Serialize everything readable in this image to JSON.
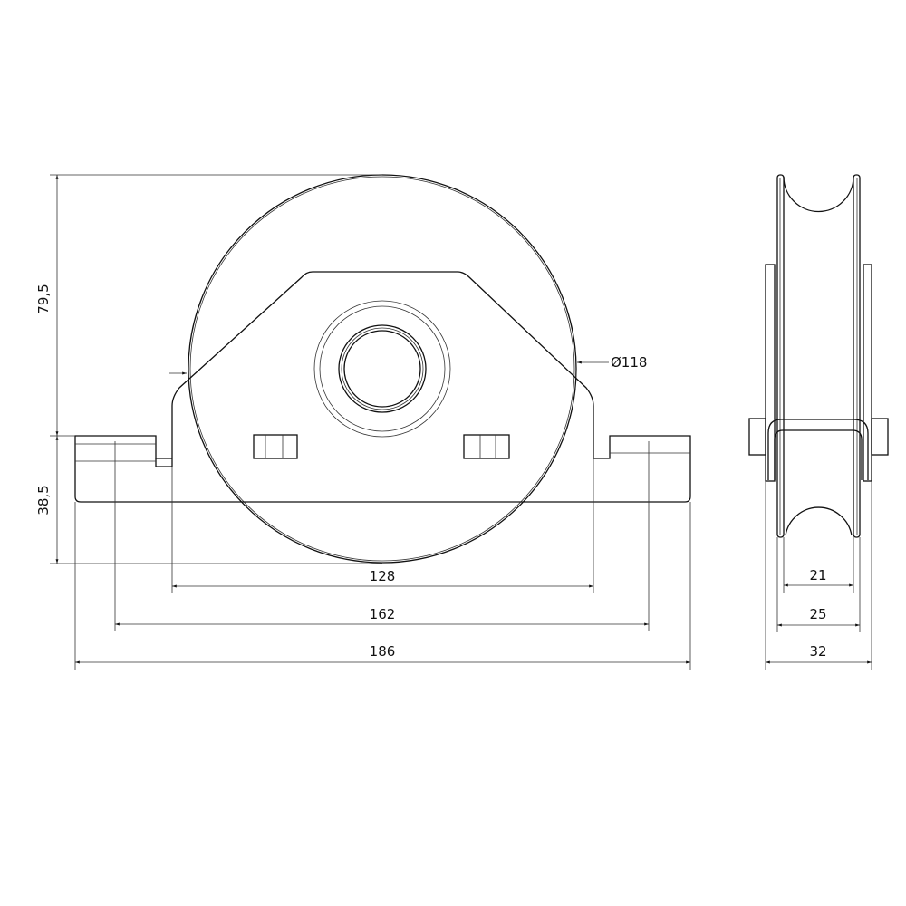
{
  "front_view": {
    "height_upper": "79,5",
    "height_lower": "38,5",
    "diameter": "Ø118",
    "width_inner": "128",
    "width_holes": "162",
    "width_total": "186"
  },
  "side_view": {
    "groove_width": "21",
    "wheel_width": "25",
    "total_width": "32"
  }
}
